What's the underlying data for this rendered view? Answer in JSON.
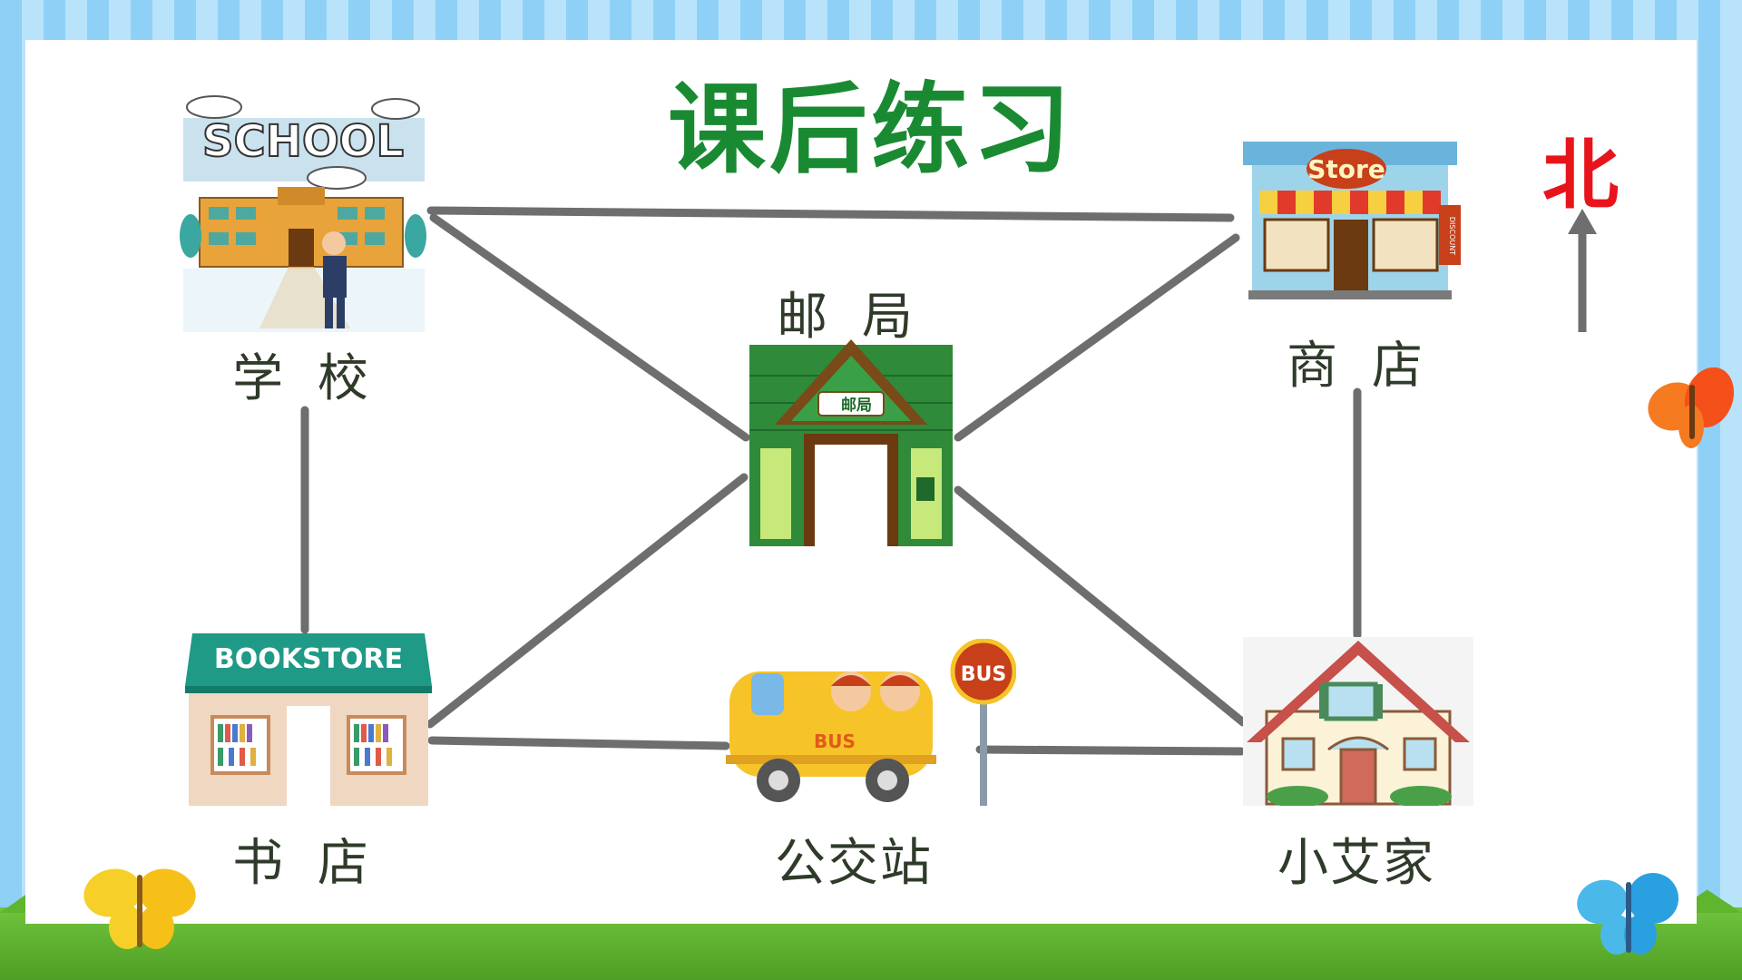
{
  "title": "课后练习",
  "north": "北",
  "places": {
    "school": {
      "label": "学 校",
      "sign": "SCHOOL"
    },
    "post_office": {
      "label": "邮 局",
      "sign": "邮局"
    },
    "store": {
      "label": "商 店",
      "sign": "Store",
      "side_sign": "DISCOUNT"
    },
    "bookstore": {
      "label": "书 店",
      "sign": "BOOKSTORE"
    },
    "bus_station": {
      "label": "公交站",
      "bus_text": "BUS",
      "stop_sign": "BUS"
    },
    "home": {
      "label": "小艾家"
    }
  },
  "colors": {
    "title": "#1a8a32",
    "north": "#e8141b",
    "road": "#6e6e6e",
    "label": "#2f3b2a"
  }
}
